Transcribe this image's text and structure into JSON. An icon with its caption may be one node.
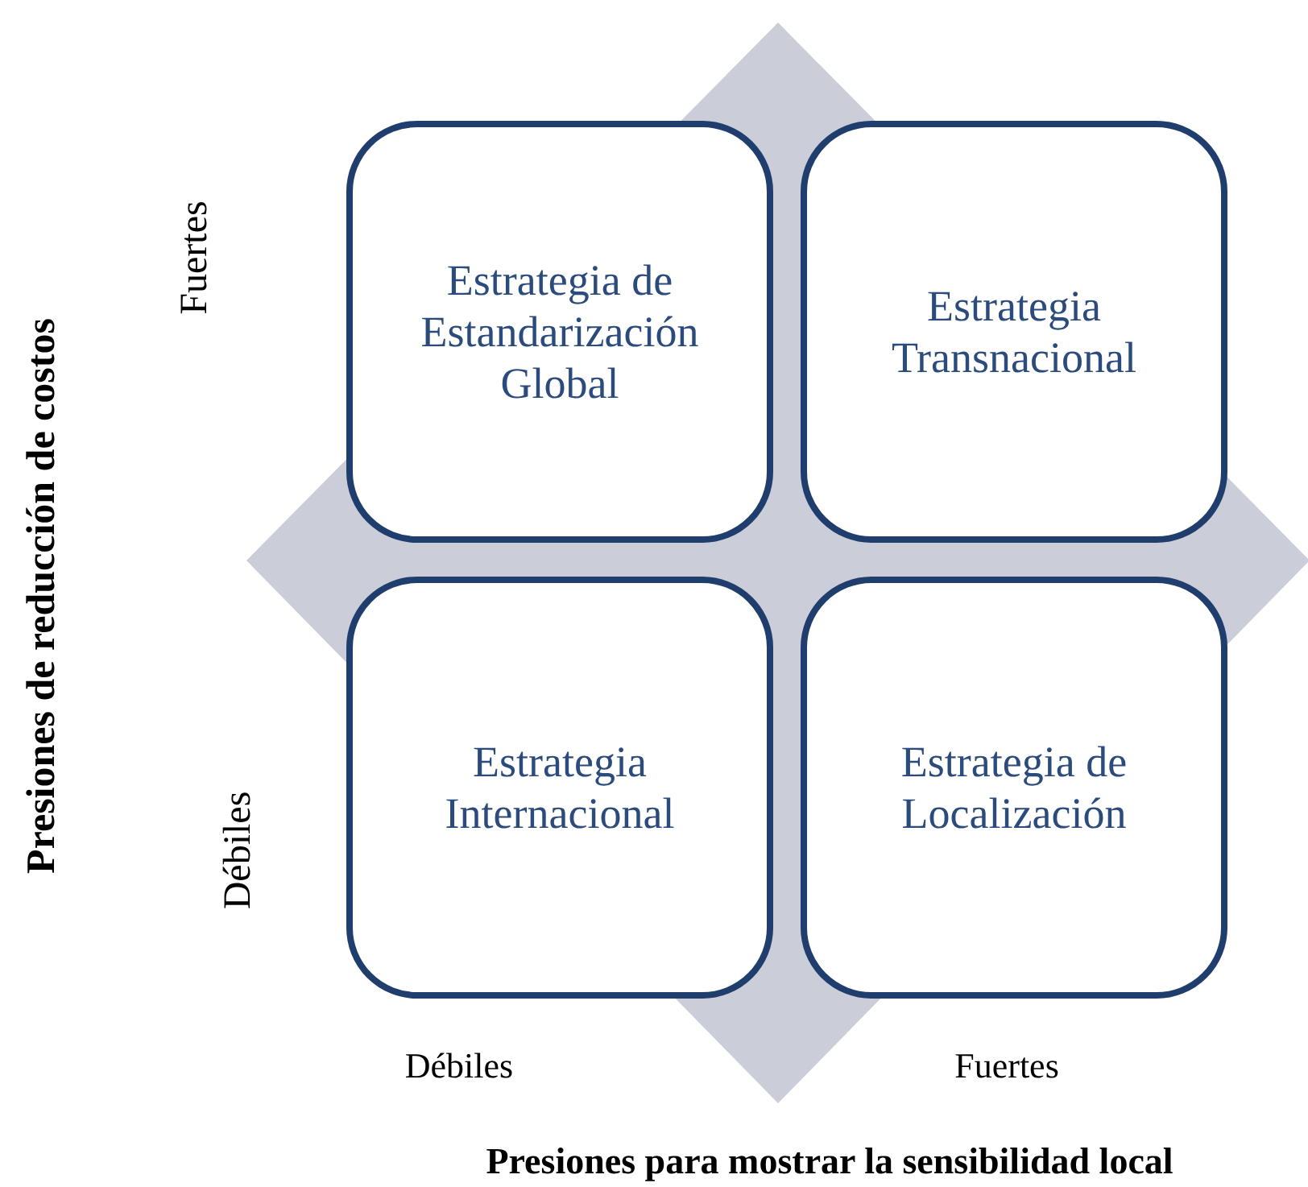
{
  "diagram": {
    "nodes": [
      {
        "text": [
          "Estrategia de Estandarización Global"
        ]
      },
      {
        "text": [
          "Estrategia Transnacional"
        ]
      },
      {
        "text": [
          "Estrategia Internacional"
        ]
      },
      {
        "text": [
          "Estrategia de Localización"
        ]
      }
    ],
    "labels": [
      "Fuertes",
      "Débiles",
      "Presiones de reducción de costos",
      "Débiles",
      "Fuertes",
      "Presiones para mostrar la sensibilidad local"
    ]
  }
}
